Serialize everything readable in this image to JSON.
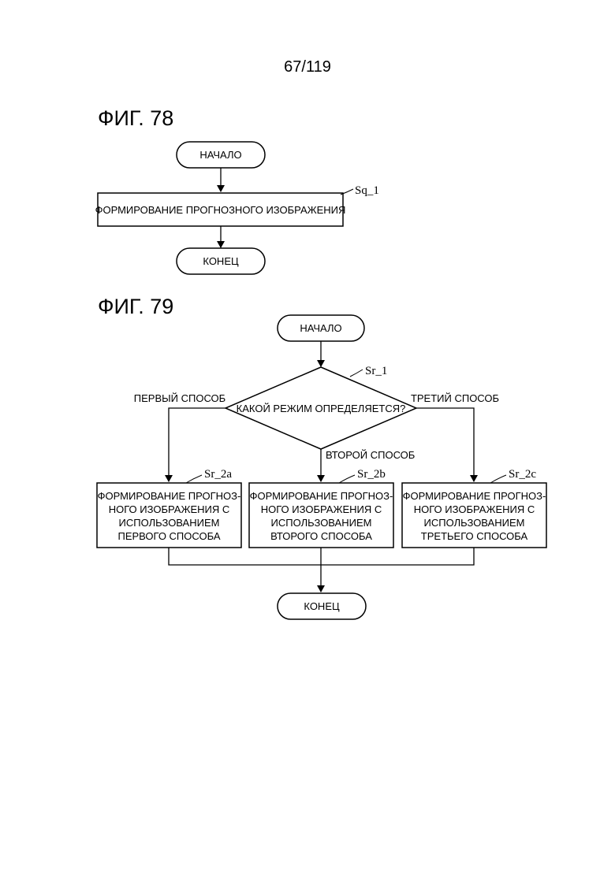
{
  "page_number": "67/119",
  "fig78": {
    "title": "ФИГ. 78",
    "start": "НАЧАЛО",
    "step_label": "ФОРМИРОВАНИЕ ПРОГНОЗНОГО ИЗОБРАЖЕНИЯ",
    "step_ref": "Sq_1",
    "end": "КОНЕЦ"
  },
  "fig79": {
    "title": "ФИГ. 79",
    "start": "НАЧАЛО",
    "decision": "КАКОЙ РЕЖИМ ОПРЕДЕЛЯЕТСЯ?",
    "decision_ref": "Sr_1",
    "branch_left": "ПЕРВЫЙ СПОСОБ",
    "branch_middle": "ВТОРОЙ СПОСОБ",
    "branch_right": "ТРЕТИЙ СПОСОБ",
    "box_a": {
      "ref": "Sr_2a",
      "lines": [
        "ФОРМИРОВАНИЕ ПРОГНОЗ-",
        "НОГО ИЗОБРАЖЕНИЯ С",
        "ИСПОЛЬЗОВАНИЕМ",
        "ПЕРВОГО СПОСОБА"
      ]
    },
    "box_b": {
      "ref": "Sr_2b",
      "lines": [
        "ФОРМИРОВАНИЕ ПРОГНОЗ-",
        "НОГО ИЗОБРАЖЕНИЯ С",
        "ИСПОЛЬЗОВАНИЕМ",
        "ВТОРОГО СПОСОБА"
      ]
    },
    "box_c": {
      "ref": "Sr_2c",
      "lines": [
        "ФОРМИРОВАНИЕ ПРОГНОЗ-",
        "НОГО ИЗОБРАЖЕНИЯ С",
        "ИСПОЛЬЗОВАНИЕМ",
        "ТРЕТЬЕГО СПОСОБА"
      ]
    },
    "end": "КОНЕЦ"
  }
}
